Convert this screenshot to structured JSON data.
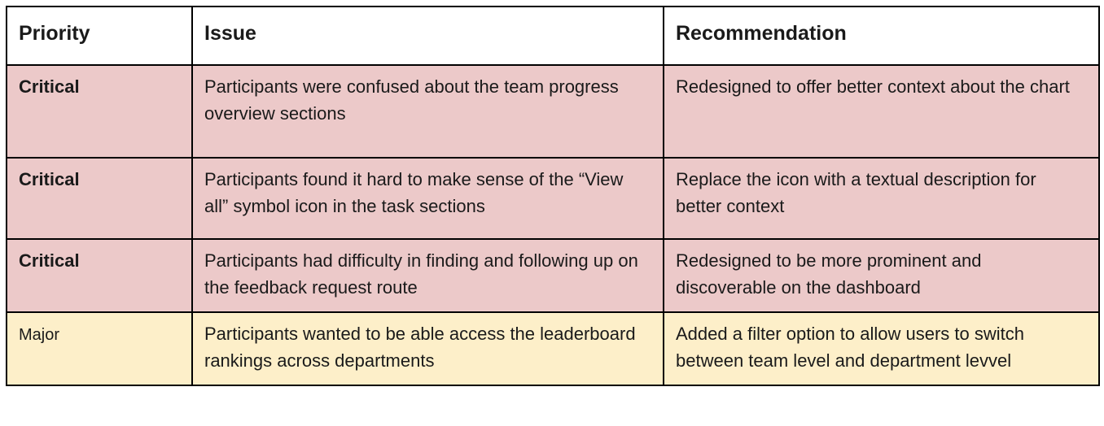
{
  "table": {
    "headers": [
      "Priority",
      "Issue",
      "Recommendation"
    ],
    "rows": [
      {
        "priority": "Critical",
        "issue": "Participants were confused about the team progress overview sections",
        "recommendation": "Redesigned to offer better context about the chart"
      },
      {
        "priority": "Critical",
        "issue": "Participants found it hard to make sense of the “View all” symbol icon in the task sections",
        "recommendation": "Replace the icon with a textual description for better context"
      },
      {
        "priority": "Critical",
        "issue": "Participants had difficulty in finding and following up on the feedback request route",
        "recommendation": "Redesigned to be more prominent and discoverable on the dashboard"
      },
      {
        "priority": "Major",
        "issue": "Participants wanted to be able access the leaderboard rankings across departments",
        "recommendation": "Added a filter option to allow users to switch between team level and department levvel"
      }
    ]
  },
  "colors": {
    "critical_bg": "#ecc9c9",
    "major_bg": "#fdefc9",
    "border": "#000000"
  }
}
